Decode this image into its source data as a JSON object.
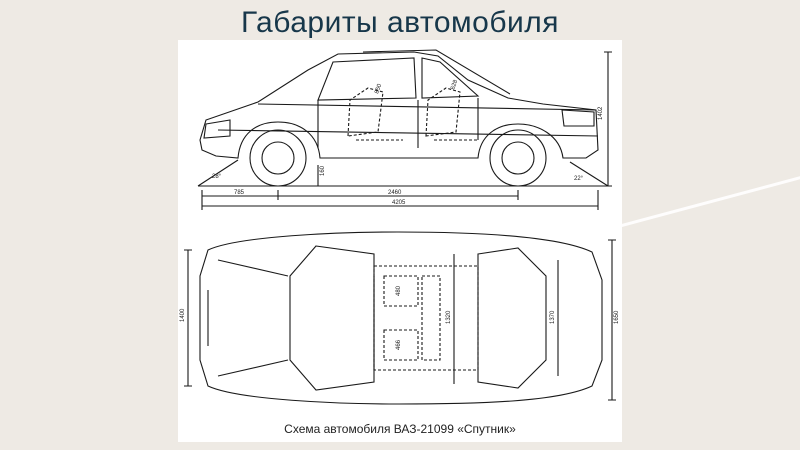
{
  "slide": {
    "title": "Габариты автомобиля",
    "accent_color": "#17374a",
    "background_color": "#eeeae4"
  },
  "diagram": {
    "caption": "Схема автомобиля ВАЗ-21099 «Спутник»",
    "side_view": {
      "approach_angle": "28°",
      "departure_angle": "22°",
      "front_overhang": "785",
      "wheelbase": "2460",
      "overall_length": "4205",
      "height": "1402",
      "ground_clearance": "160",
      "front_seat_dim": "850",
      "rear_seat_dim": "628"
    },
    "top_view": {
      "track_front": "1400",
      "width": "1650",
      "cabin_width": "1320",
      "rear_track": "1370",
      "front_seat_width": "480",
      "rear_seat_width": "466"
    }
  }
}
